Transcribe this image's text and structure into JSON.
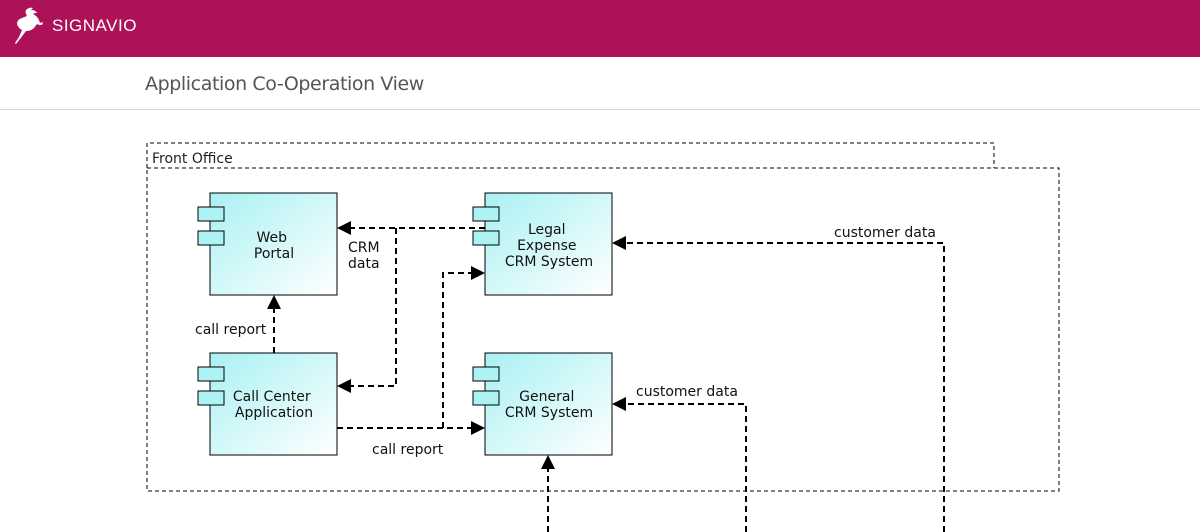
{
  "header": {
    "brand": "SIGNAVIO",
    "logo_icon": "antelope-logo-icon",
    "background": "#ad1157"
  },
  "page": {
    "title": "Application Co-Operation View"
  },
  "diagram": {
    "group": {
      "label": "Front Office"
    },
    "components": {
      "web_portal": [
        "Web",
        "Portal"
      ],
      "legal_expense": [
        "Legal",
        "Expense",
        "CRM System"
      ],
      "call_center": [
        "Call Center",
        "Application"
      ],
      "general_crm": [
        "General",
        "CRM System"
      ]
    },
    "edges": {
      "crm_data": [
        "CRM",
        "data"
      ],
      "call_report_vertical": "call report",
      "call_report_horizontal": "call report",
      "customer_data_top": "customer data",
      "customer_data_bottom": "customer data"
    },
    "component_fill": "#aef3f3",
    "line_color": "#000000"
  }
}
